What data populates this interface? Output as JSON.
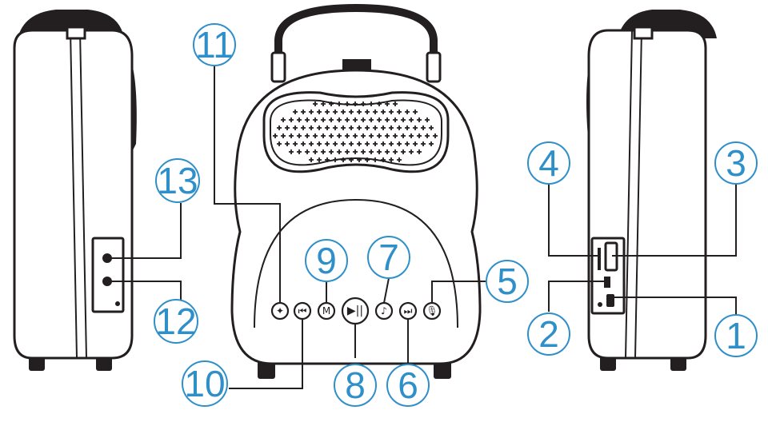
{
  "callouts": [
    {
      "id": "c1",
      "label": "1"
    },
    {
      "id": "c2",
      "label": "2"
    },
    {
      "id": "c3",
      "label": "3"
    },
    {
      "id": "c4",
      "label": "4"
    },
    {
      "id": "c5",
      "label": "5"
    },
    {
      "id": "c6",
      "label": "6"
    },
    {
      "id": "c7",
      "label": "7"
    },
    {
      "id": "c8",
      "label": "8"
    },
    {
      "id": "c9",
      "label": "9"
    },
    {
      "id": "c10",
      "label": "10"
    },
    {
      "id": "c11",
      "label": "11"
    },
    {
      "id": "c12",
      "label": "12"
    },
    {
      "id": "c13",
      "label": "13"
    }
  ],
  "buttons": {
    "mode_glyph": "M",
    "play_glyph": "▶||",
    "prev_glyph": "⏮",
    "next_glyph": "⏭",
    "mic_glyph": "🎙",
    "eq_glyph": "♪",
    "light_glyph": "✦"
  },
  "colors": {
    "callout": "#2e8fc9",
    "line": "#231f20"
  }
}
